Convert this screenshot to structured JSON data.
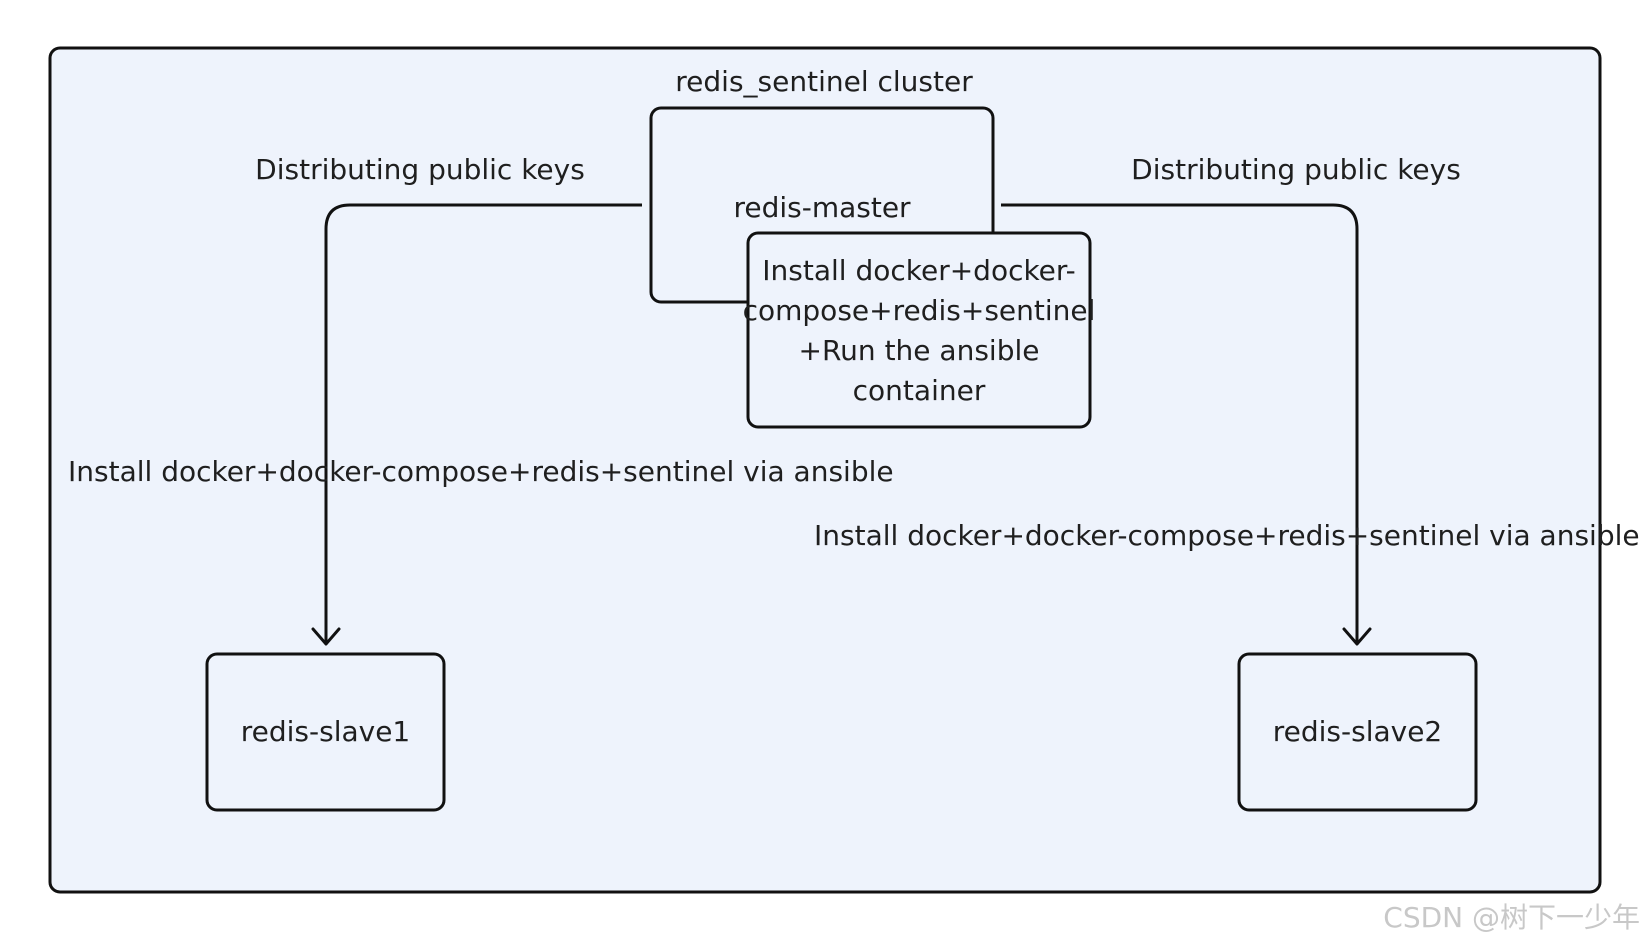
{
  "cluster": {
    "title": "redis_sentinel cluster"
  },
  "nodes": {
    "master": {
      "label": "redis-master"
    },
    "install_box": {
      "label": "Install docker+docker-compose+redis+sentinel +Run the ansible container"
    },
    "slave1": {
      "label": "redis-slave1"
    },
    "slave2": {
      "label": "redis-slave2"
    }
  },
  "edges": {
    "left_top_label": "Distributing public keys",
    "right_top_label": "Distributing public keys",
    "left_install_label": "Install docker+docker-compose+redis+sentinel via ansible",
    "right_install_label": "Install docker+docker-compose+redis+sentinel via ansible"
  },
  "watermark": "CSDN @树下一少年",
  "colors": {
    "cluster_fill": "#eef3fc",
    "stroke": "#111111",
    "node_fill": "#eef3fc"
  }
}
